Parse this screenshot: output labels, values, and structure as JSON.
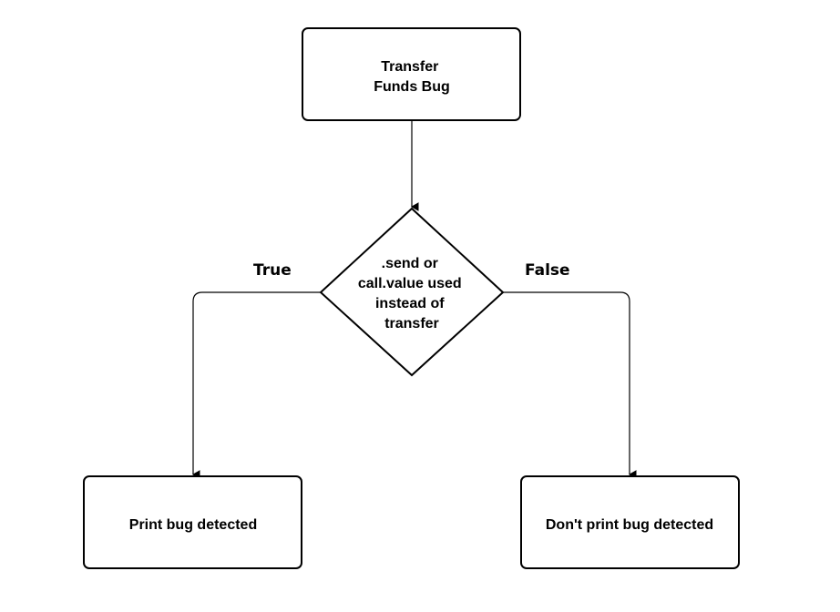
{
  "diagram": {
    "start": {
      "lines": [
        "Transfer",
        "Funds Bug"
      ]
    },
    "decision": {
      "lines": [
        ".send or",
        "call.value used",
        "instead of",
        "transfer"
      ]
    },
    "true_label": "True",
    "false_label": "False",
    "true_outcome": "Print bug detected",
    "false_outcome": "Don't print bug detected"
  }
}
